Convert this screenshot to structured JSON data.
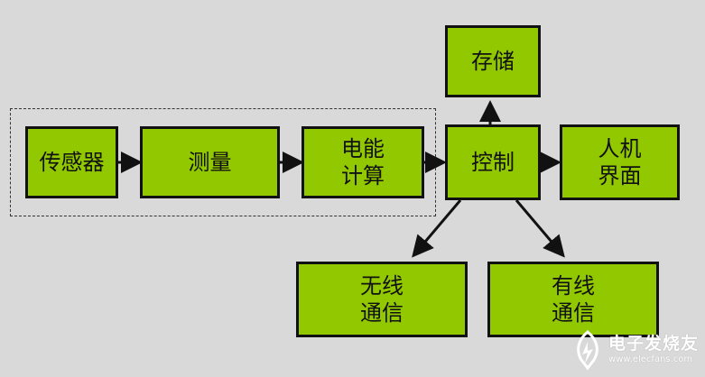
{
  "diagram": {
    "nodes": {
      "sensor": "传感器",
      "measure": "测量",
      "energy_calc": "电能\n计算",
      "control": "控制",
      "storage": "存储",
      "hmi": "人机\n界面",
      "wireless": "无线\n通信",
      "wired": "有线\n通信"
    },
    "edges": [
      [
        "sensor",
        "measure"
      ],
      [
        "measure",
        "energy_calc"
      ],
      [
        "energy_calc",
        "control"
      ],
      [
        "control",
        "storage"
      ],
      [
        "control",
        "hmi"
      ],
      [
        "control",
        "wireless"
      ],
      [
        "control",
        "wired"
      ]
    ],
    "box_color": "#92c800",
    "background_color": "#d9d9d9"
  },
  "watermark": {
    "name": "电子发烧友",
    "url": "www.elecfans.com"
  }
}
